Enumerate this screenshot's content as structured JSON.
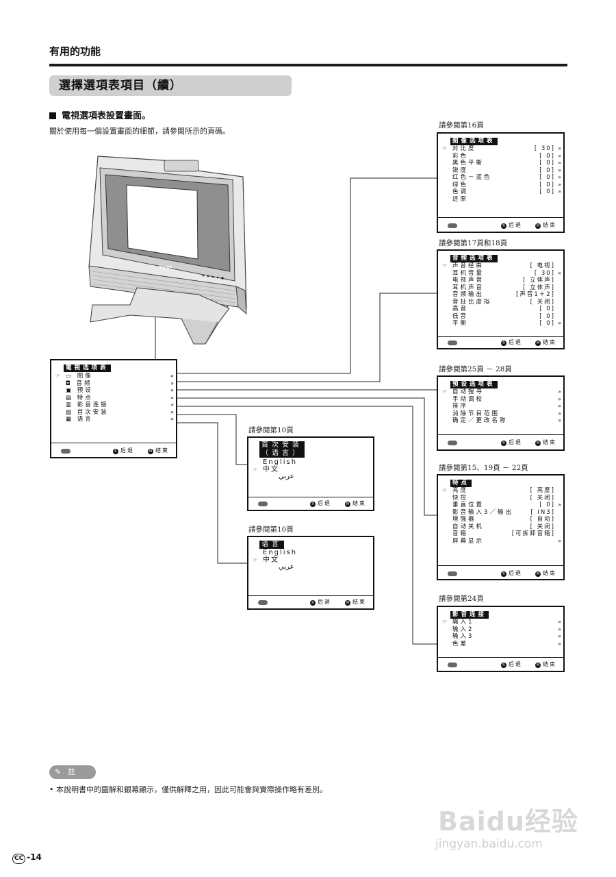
{
  "header": {
    "section": "有用的功能",
    "title": "選擇選項表項目（續）",
    "subhead": "電視選項表設置畫面。",
    "intro": "關於使用每一個設置畫面的細節，請參閱所示的頁碼。"
  },
  "tv": {
    "brand": "SHARP"
  },
  "common": {
    "back": "后退",
    "end": "结束",
    "pointer": "☞"
  },
  "main_menu": {
    "title": "電視选项表",
    "items": [
      {
        "icon": "picture-icon",
        "label": "图像",
        "arrow": "»"
      },
      {
        "icon": "audio-icon",
        "label": "音频",
        "arrow": "»"
      },
      {
        "icon": "preset-icon",
        "label": "预设",
        "arrow": "»"
      },
      {
        "icon": "features-icon",
        "label": "特点",
        "arrow": "»"
      },
      {
        "icon": "av-link-icon",
        "label": "影音连接",
        "arrow": "»"
      },
      {
        "icon": "setup-icon",
        "label": "首次安装",
        "arrow": "»"
      },
      {
        "icon": "language-icon",
        "label": "语言",
        "arrow": "»"
      }
    ]
  },
  "picture_menu": {
    "ref": "請參閱第16頁",
    "title": "图像选项表",
    "rows": [
      {
        "label": "对比度",
        "value": "[ 30]",
        "arrow": "»"
      },
      {
        "label": "彩色",
        "value": "[ 0]",
        "arrow": "»"
      },
      {
        "label": "黑色平衡",
        "value": "[ 0]",
        "arrow": "»"
      },
      {
        "label": "锐度",
        "value": "[ 0]",
        "arrow": "»"
      },
      {
        "label": "红色－蓝色",
        "value": "[ 0]",
        "arrow": "»"
      },
      {
        "label": "绿色",
        "value": "[ 0]",
        "arrow": "»"
      },
      {
        "label": "色调",
        "value": "[ 0]",
        "arrow": "»"
      },
      {
        "label": "还原",
        "value": "",
        "arrow": ""
      }
    ]
  },
  "audio_menu": {
    "ref": "請參閱第17頁和18頁",
    "title": "音频选项表",
    "rows": [
      {
        "label": "声音经由",
        "value": "[ 电视]",
        "arrow": ""
      },
      {
        "label": "耳机音量",
        "value": "[ 30]",
        "arrow": "»"
      },
      {
        "label": "电视声音",
        "value": "[ 立体声]",
        "arrow": ""
      },
      {
        "label": "耳机声音",
        "value": "[ 立体声]",
        "arrow": ""
      },
      {
        "label": "音频输出",
        "value": "[声音1＋2]",
        "arrow": ""
      },
      {
        "label": "音扯比虚拟",
        "value": "[ 关闭]",
        "arrow": ""
      },
      {
        "label": "高音",
        "value": "[ 0]",
        "arrow": ""
      },
      {
        "label": "低音",
        "value": "[ 0]",
        "arrow": ""
      },
      {
        "label": "平衡",
        "value": "[ 0]",
        "arrow": "»"
      }
    ]
  },
  "preset_menu": {
    "ref": "請參閱第25頁 － 28頁",
    "title": "预设选项表",
    "rows": [
      {
        "label": "自动搜寻",
        "value": "",
        "arrow": "»"
      },
      {
        "label": "手动调校",
        "value": "",
        "arrow": "»"
      },
      {
        "label": "排序",
        "value": "",
        "arrow": "»"
      },
      {
        "label": "消除节目范围",
        "value": "",
        "arrow": "»"
      },
      {
        "label": "确定／更改名称",
        "value": "",
        "arrow": "»"
      }
    ]
  },
  "features_menu": {
    "ref": "請參閱第15、19頁 － 22頁",
    "title": "特点",
    "rows": [
      {
        "label": "亮度",
        "value": "[ 亮度]",
        "arrow": ""
      },
      {
        "label": "快控",
        "value": "[ 关闭]",
        "arrow": ""
      },
      {
        "label": "垂直位置",
        "value": "[ 0]",
        "arrow": "»"
      },
      {
        "label": "影音输入3／输出",
        "value": "[ IN3]",
        "arrow": ""
      },
      {
        "label": "增强器",
        "value": "[ 自动]",
        "arrow": ""
      },
      {
        "label": "自动关机",
        "value": "[ 关闭]",
        "arrow": ""
      },
      {
        "label": "音箱",
        "value": "[可拆卸音箱]",
        "arrow": ""
      },
      {
        "label": "屏幕显示",
        "value": "",
        "arrow": "»"
      }
    ]
  },
  "av_menu": {
    "ref": "請參閱第24頁",
    "title": "影音连接",
    "rows": [
      {
        "label": "输入1",
        "value": "",
        "arrow": "»"
      },
      {
        "label": "输入2",
        "value": "",
        "arrow": "»"
      },
      {
        "label": "输入3",
        "value": "",
        "arrow": "»"
      },
      {
        "label": "色差",
        "value": "",
        "arrow": "»"
      }
    ]
  },
  "setup_menu": {
    "ref": "請參閱第10頁",
    "title_line1": "首次安装",
    "title_line2": "（语言）",
    "options": [
      "English",
      "中文",
      "عربي"
    ]
  },
  "language_menu": {
    "ref": "請參閱第10頁",
    "title": "语言",
    "options": [
      "English",
      "中文",
      "عربي"
    ]
  },
  "note": {
    "badge": "註",
    "text": "本說明書中的圖解和銀幕顯示，僅供解釋之用，因此可能會與實際操作略有差別。"
  },
  "page": {
    "number": "-14",
    "region": "CC"
  },
  "watermark": {
    "line1": "Baidu经验",
    "line2": "jingyan.baidu.com"
  }
}
